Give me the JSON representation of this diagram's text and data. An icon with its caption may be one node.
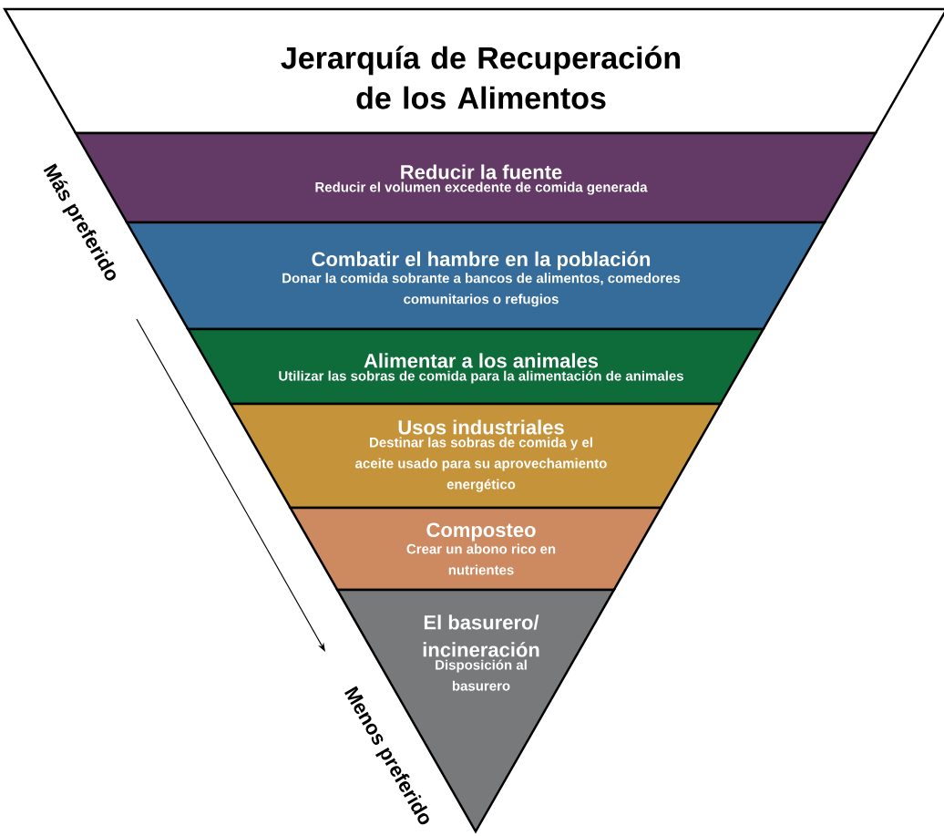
{
  "diagram": {
    "title": "Jerarquía de Recuperación de los Alimentos",
    "nodes": [
      {
        "text": [
          "Reducir la fuente",
          "Reducir el volumen excedente de comida generada"
        ]
      },
      {
        "text": [
          "Combatir el hambre en la población",
          "Donar la comida sobrante a bancos de alimentos, comedores comunitarios o refugios"
        ]
      },
      {
        "text": [
          "Alimentar a los animales",
          "Utilizar las sobras de comida para la alimentación de animales"
        ]
      },
      {
        "text": [
          "Usos industriales",
          "Destinar las sobras de comida y el aceite usado para su aprovechamiento energético"
        ]
      },
      {
        "text": [
          "Composteo",
          "Crear un abono rico en nutrientes"
        ]
      },
      {
        "text": [
          "El basurero/ incineración",
          "Disposición al basurero"
        ]
      }
    ],
    "labels": [
      "Más preferido",
      "Menos preferido"
    ]
  }
}
